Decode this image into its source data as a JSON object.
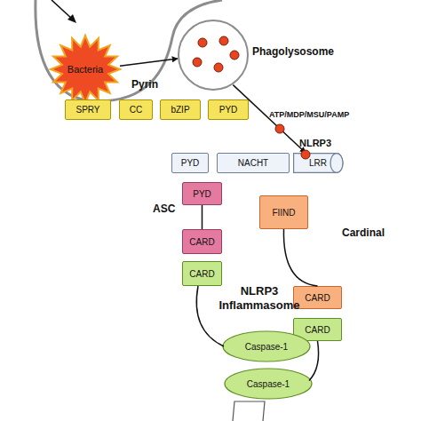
{
  "diagram": {
    "nodes": [
      {
        "text": [
          "Bacteria"
        ]
      },
      {
        "text": [
          "Phagolysosome"
        ]
      },
      {
        "text": [
          "SPRY"
        ]
      },
      {
        "text": [
          "CC"
        ]
      },
      {
        "text": [
          "bZIP"
        ]
      },
      {
        "text": [
          "PYD"
        ]
      },
      {
        "text": [
          "PYD"
        ]
      },
      {
        "text": [
          "NACHT"
        ]
      },
      {
        "text": [
          "LRR"
        ]
      },
      {
        "text": [
          "PYD"
        ]
      },
      {
        "text": [
          "FIIND"
        ]
      },
      {
        "text": [
          "CARD"
        ]
      },
      {
        "text": [
          "CARD"
        ]
      },
      {
        "text": [
          "CARD"
        ]
      },
      {
        "text": [
          "CARD"
        ]
      },
      {
        "text": [
          "Caspase-1"
        ]
      },
      {
        "text": [
          "Caspase-1"
        ]
      }
    ],
    "edges": [
      {
        "from": 0,
        "to": 1,
        "arrow": "to"
      },
      {
        "from": 1,
        "to": 8,
        "label": "ATP/MDP/MSU/PAMP",
        "arrow": "to"
      },
      {
        "from": 9,
        "to": 11,
        "arrow": "none"
      },
      {
        "from": 12,
        "to": 15,
        "arrow": "none"
      },
      {
        "from": 10,
        "to": 13,
        "arrow": "none"
      },
      {
        "from": 14,
        "to": 16,
        "arrow": "none"
      }
    ],
    "labels": [
      "Pyrin",
      "NLRP3",
      "ASC",
      "Cardinal",
      "NLRP3 Inflammasome"
    ]
  }
}
